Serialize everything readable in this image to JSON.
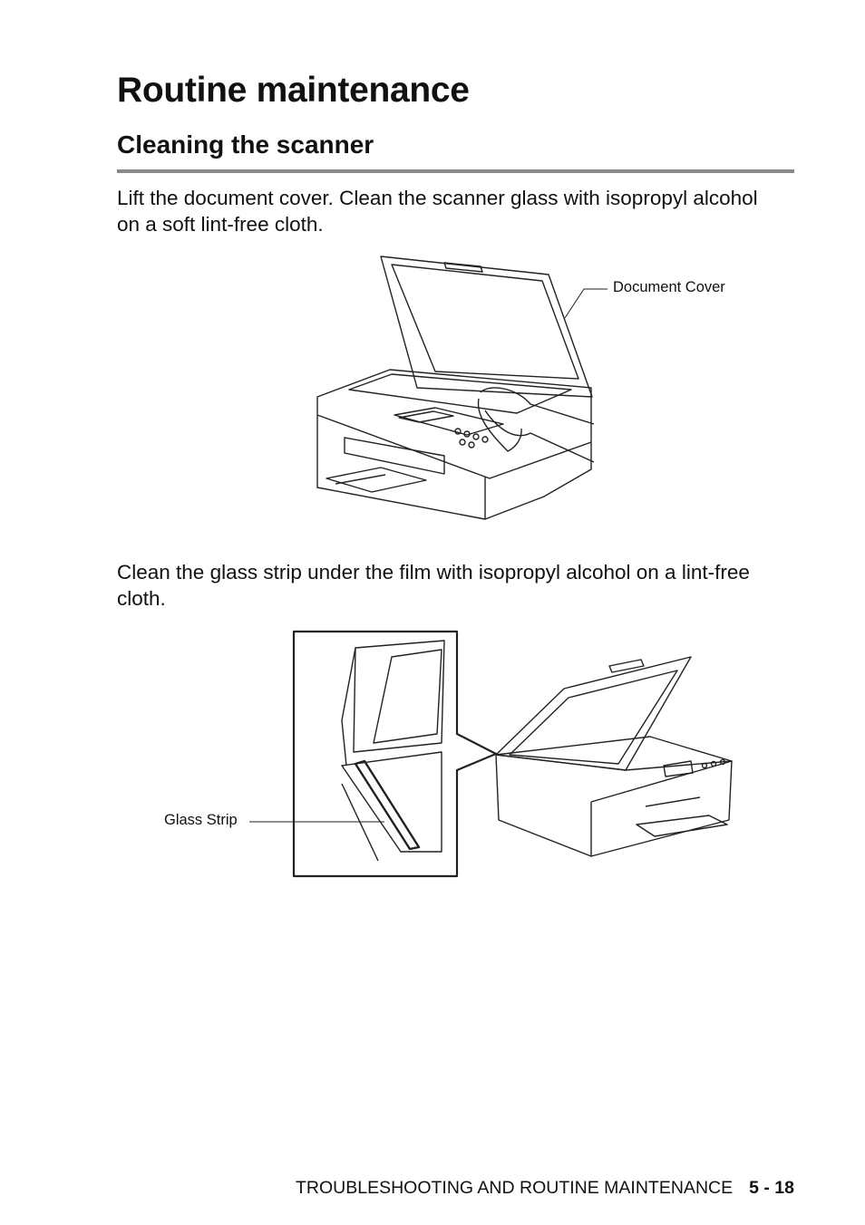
{
  "heading": "Routine maintenance",
  "subheading": "Cleaning the scanner",
  "paragraph1": "Lift the document cover. Clean the scanner glass with isopropyl alcohol on a soft lint-free cloth.",
  "figure1": {
    "callout": "Document Cover"
  },
  "paragraph2": "Clean the glass strip under the film with isopropyl alcohol on a lint-free cloth.",
  "figure2": {
    "callout": "Glass Strip"
  },
  "footer": {
    "section": "TROUBLESHOOTING AND ROUTINE MAINTENANCE",
    "page": "5 - 18"
  }
}
